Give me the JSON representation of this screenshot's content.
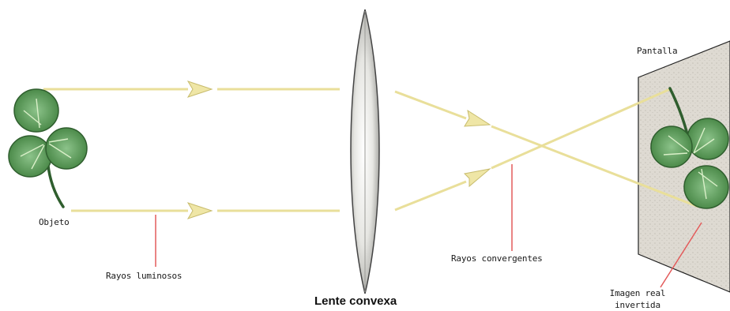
{
  "labels": {
    "objeto": "Objeto",
    "rayos_luminosos": "Rayos luminosos",
    "lente": "Lente convexa",
    "rayos_convergentes": "Rayos convergentes",
    "pantalla": "Pantalla",
    "imagen_line1": "Imagen real",
    "imagen_line2": "invertida"
  },
  "colors": {
    "ray": "#ece3a0",
    "ray_outline": "#c9bd6e",
    "pointer": "#e35a5a",
    "leaf": "#4c8f4a",
    "leaf_dark": "#2f5e2e",
    "screen": "#dcd8cf",
    "lens": "#dcdcd8"
  }
}
